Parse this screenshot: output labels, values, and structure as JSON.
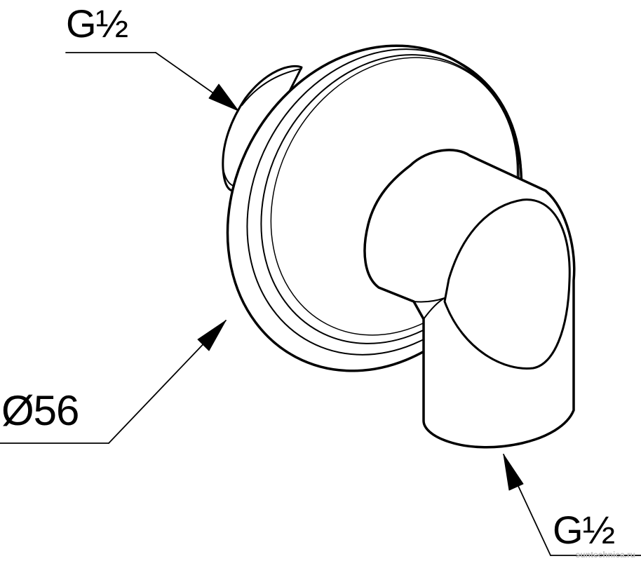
{
  "dimensions": {
    "top_thread": "G½",
    "diameter": "Ø56",
    "bottom_thread": "G½"
  },
  "watermark": "suntechnica.ru",
  "colors": {
    "line": "#000000",
    "background": "#ffffff",
    "watermark": "#c0c0c0"
  }
}
